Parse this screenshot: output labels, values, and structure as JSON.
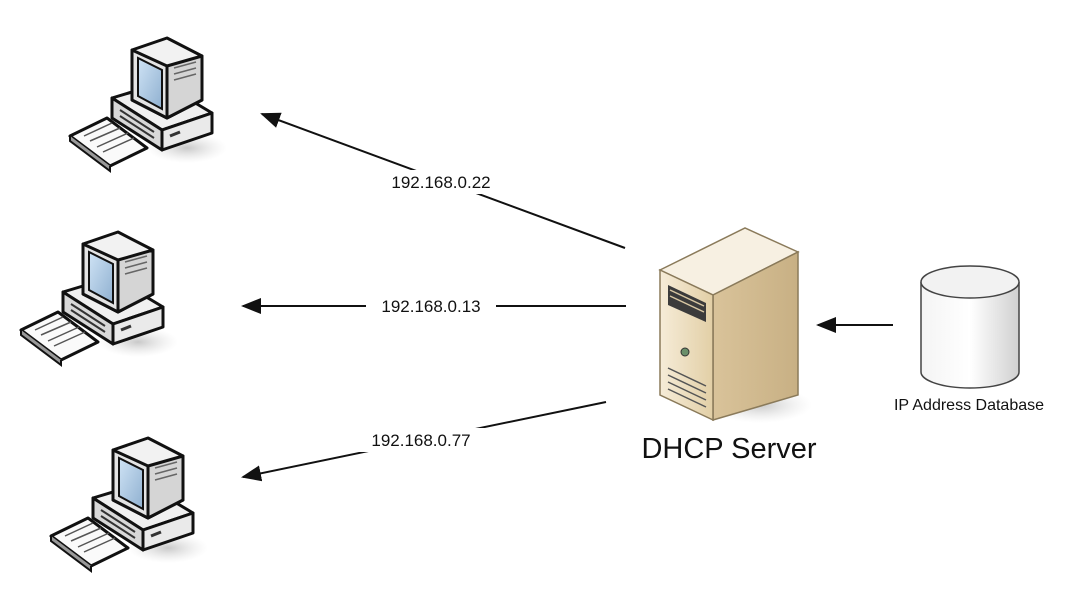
{
  "server": {
    "label": "DHCP Server",
    "icon": "server-icon"
  },
  "database": {
    "label": "IP Address Database",
    "icon": "database-icon"
  },
  "clients": [
    {
      "icon": "computer-icon",
      "ip": "192.168.0.22"
    },
    {
      "icon": "computer-icon",
      "ip": "192.168.0.13"
    },
    {
      "icon": "computer-icon",
      "ip": "192.168.0.77"
    }
  ],
  "colors": {
    "line": "#111111",
    "server_body": "#ead9b6",
    "db_body": "#e6e6e6"
  }
}
